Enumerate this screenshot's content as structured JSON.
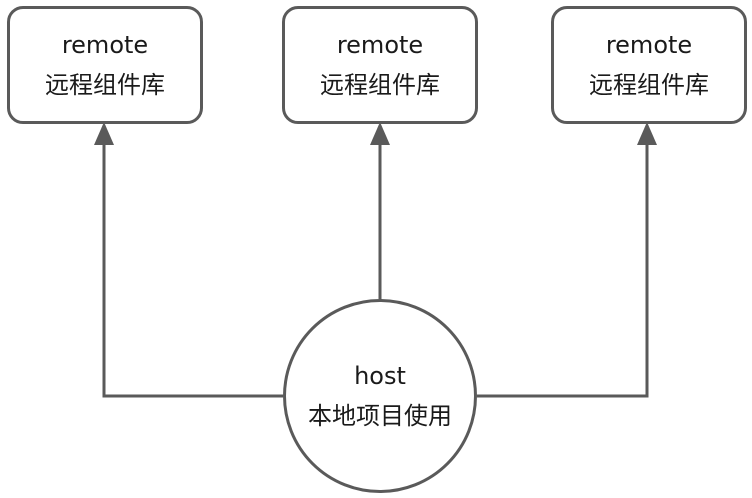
{
  "remotes": [
    {
      "title": "remote",
      "subtitle": "远程组件库"
    },
    {
      "title": "remote",
      "subtitle": "远程组件库"
    },
    {
      "title": "remote",
      "subtitle": "远程组件库"
    }
  ],
  "host": {
    "title": "host",
    "subtitle": "本地项目使用"
  },
  "colors": {
    "stroke": "#5a5a5a",
    "background": "#ffffff",
    "text": "#1a1a1a"
  }
}
